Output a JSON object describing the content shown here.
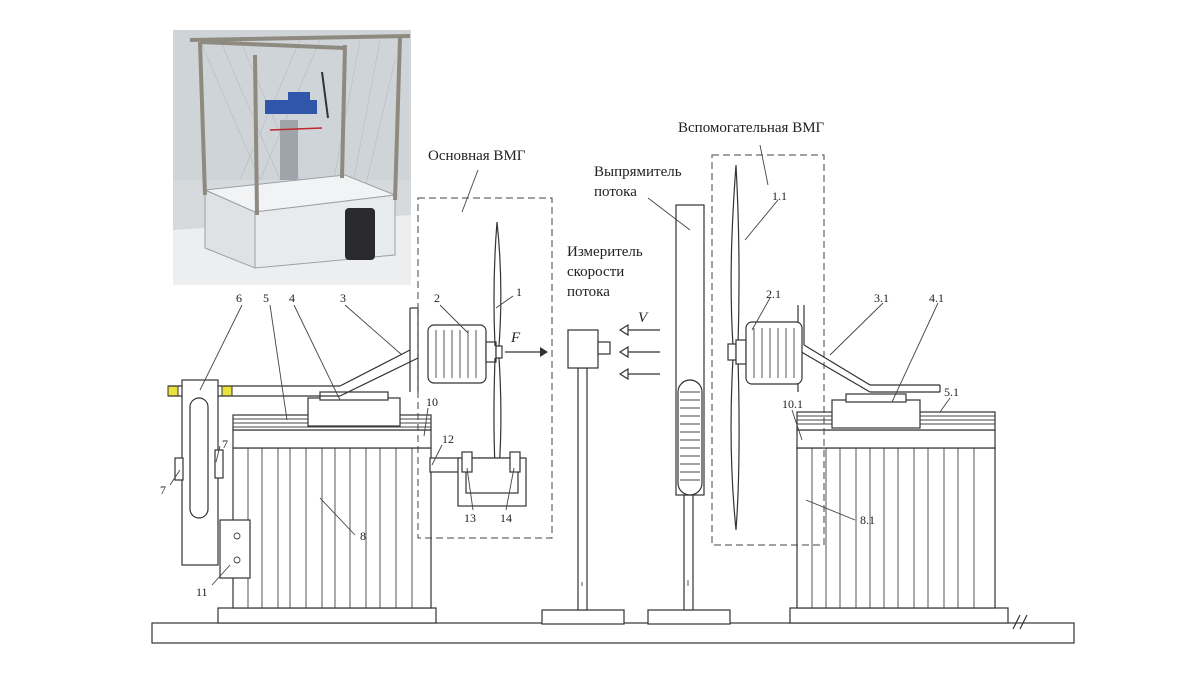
{
  "labels": {
    "main_wind_generator": "Основная ВМГ",
    "aux_wind_generator": "Вспомогательная ВМГ",
    "flow_straightener_line1": "Выпрямитель",
    "flow_straightener_line2": "потока",
    "flow_meter_line1": "Измеритель",
    "flow_meter_line2": "скорости",
    "flow_meter_line3": "потока",
    "force": "F",
    "velocity": "V"
  },
  "part_numbers": {
    "n1": "1",
    "n2": "2",
    "n3": "3",
    "n4": "4",
    "n5": "5",
    "n6": "6",
    "n7a": "7",
    "n7b": "7",
    "n8": "8",
    "n10": "10",
    "n11": "11",
    "n12": "12",
    "n13": "13",
    "n14": "14",
    "n1_1": "1.1",
    "n2_1": "2.1",
    "n3_1": "3.1",
    "n4_1": "4.1",
    "n5_1": "5.1",
    "n8_1": "8.1",
    "n10_1": "10.1"
  },
  "colors": {
    "line": "#333333",
    "bar_accent": "#e8e23a",
    "photo_wall": "#d9dde0",
    "photo_box": "#e4e7ea"
  },
  "photo": {
    "description_icon": "test-bench-photo"
  }
}
